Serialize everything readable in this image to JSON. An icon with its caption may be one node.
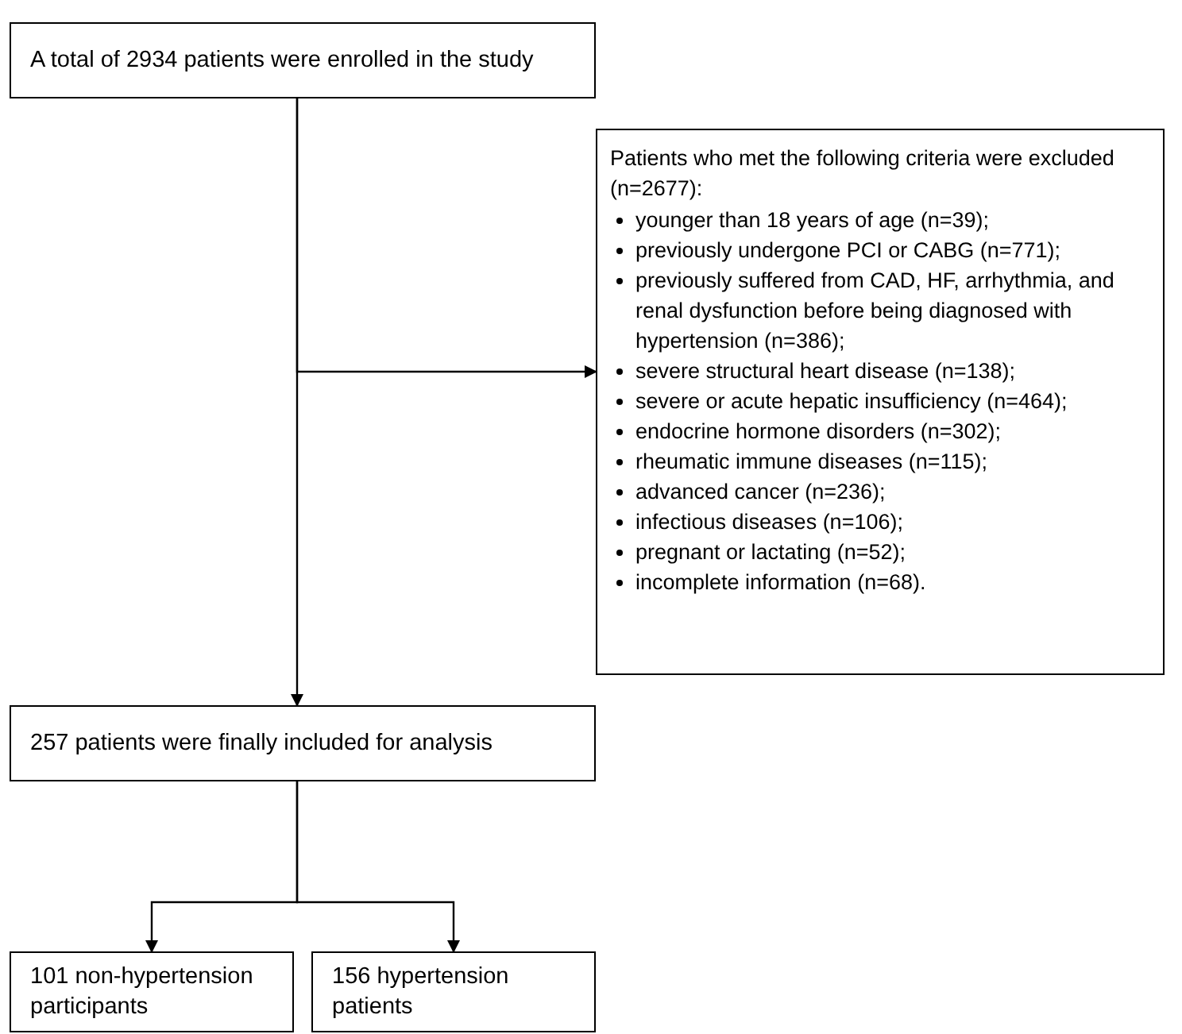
{
  "diagram": {
    "nodes": [
      {
        "text": [
          "A total of 2934 patients were enrolled in the study"
        ]
      },
      {
        "text": [
          "Patients who met the following criteria were excluded (n=2677):",
          "younger than 18 years of age (n=39);",
          "previously undergone PCI or CABG (n=771);",
          "previously suffered from CAD, HF, arrhythmia, and renal dysfunction before being diagnosed with hypertension (n=386);",
          "severe structural heart disease (n=138);",
          "severe or acute hepatic insufficiency (n=464);",
          "endocrine hormone disorders (n=302);",
          "rheumatic immune diseases (n=115);",
          "advanced cancer (n=236);",
          "infectious diseases (n=106);",
          "pregnant or lactating (n=52);",
          "incomplete information (n=68)."
        ]
      },
      {
        "text": [
          "257 patients were finally included for analysis"
        ]
      },
      {
        "text": [
          "101 non-hypertension participants"
        ]
      },
      {
        "text": [
          "156 hypertension patients"
        ]
      }
    ],
    "edges": [
      {
        "from": 0,
        "to": 2,
        "arrow": "to"
      },
      {
        "from": 0,
        "to": 1,
        "arrow": "to"
      },
      {
        "from": 2,
        "to": 3,
        "arrow": "to"
      },
      {
        "from": 2,
        "to": 4,
        "arrow": "to"
      }
    ]
  }
}
